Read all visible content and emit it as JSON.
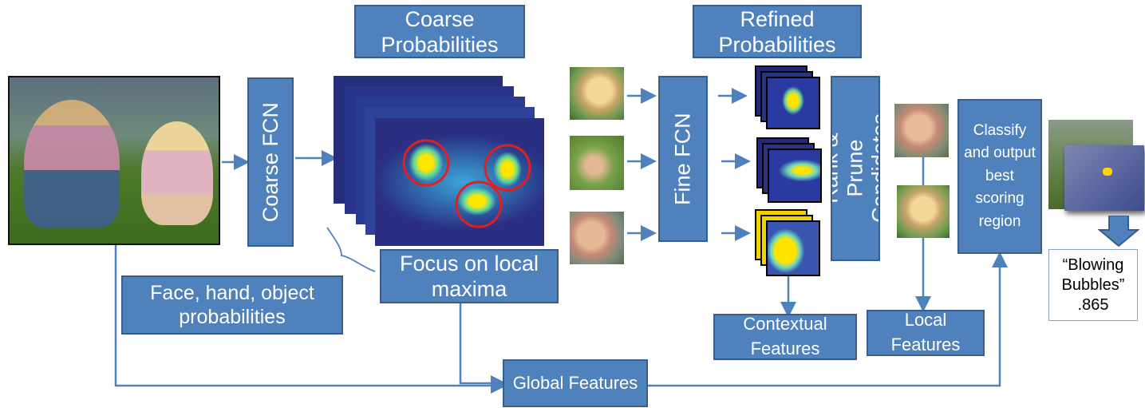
{
  "labels": {
    "coarse_probabilities": "Coarse Probabilities",
    "refined_probabilities": "Refined Probabilities",
    "coarse_fcn": "Coarse FCN",
    "fine_fcn": "Fine FCN",
    "rank_prune": "Rank & Prune Candidates",
    "classify": "Classify and output best scoring region",
    "face_hand_object": "Face, hand, object probabilities",
    "focus_local_maxima": "Focus on local maxima",
    "contextual_features": "Contextual Features",
    "local_features": "Local Features",
    "global_features": "Global Features",
    "result_label": "“Blowing Bubbles”",
    "result_score": ".865"
  },
  "colors": {
    "box_fill": "#4f81bd",
    "box_border": "#385d8a",
    "arrow": "#4f81bd",
    "highlight_circle": "#e02020"
  },
  "icons": {
    "down_arrow": "block-arrow-down-icon"
  }
}
